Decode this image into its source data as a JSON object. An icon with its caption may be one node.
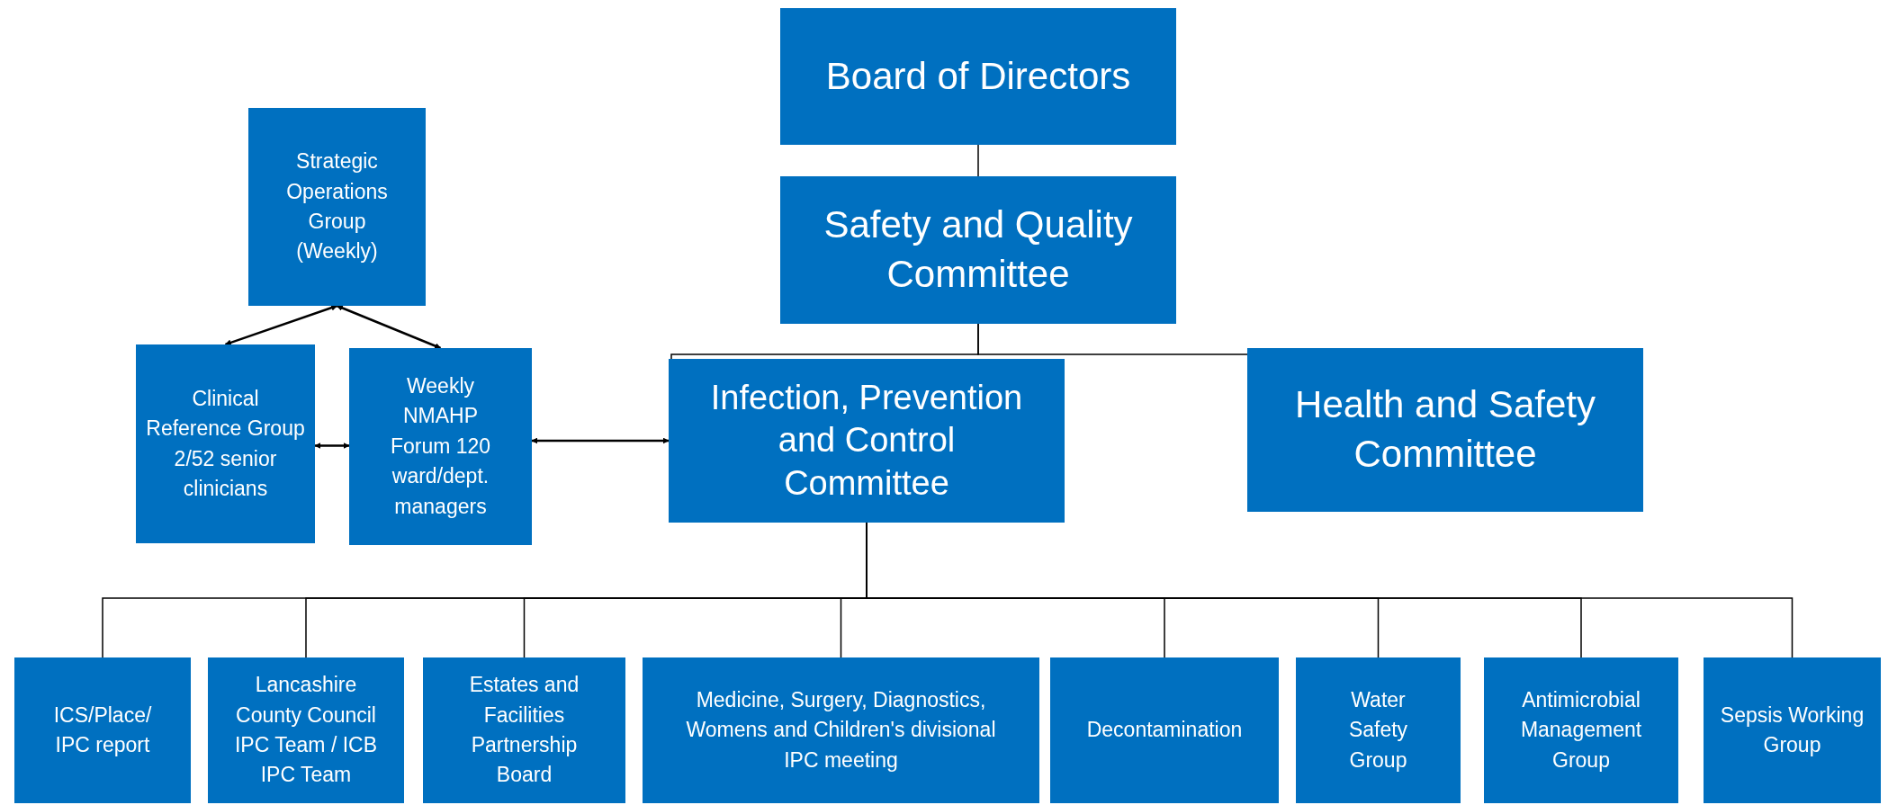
{
  "diagram": {
    "nodes": [
      {
        "text": [
          "Board of Directors"
        ]
      },
      {
        "text": [
          "Safety and Quality Committee"
        ]
      },
      {
        "text": [
          "Strategic Operations Group (Weekly)"
        ]
      },
      {
        "text": [
          "Clinical Reference Group 2/52 senior clinicians"
        ]
      },
      {
        "text": [
          "Weekly NMAHP Forum 120 ward/dept. managers"
        ]
      },
      {
        "text": [
          "Infection, Prevention and Control Committee"
        ]
      },
      {
        "text": [
          "Health and Safety Committee"
        ]
      },
      {
        "text": [
          "ICS/Place/ IPC report"
        ]
      },
      {
        "text": [
          "Lancashire County Council IPC Team / ICB IPC Team"
        ]
      },
      {
        "text": [
          "Estates and Facilities Partnership Board"
        ]
      },
      {
        "text": [
          "Medicine, Surgery, Diagnostics, Womens and Children's divisional IPC meeting"
        ]
      },
      {
        "text": [
          "Decontamination"
        ]
      },
      {
        "text": [
          "Water Safety Group"
        ]
      },
      {
        "text": [
          "Antimicrobial Management Group"
        ]
      },
      {
        "text": [
          "Sepsis Working Group"
        ]
      }
    ],
    "edges": [
      {
        "from": 0,
        "to": 1,
        "arrow": "none"
      },
      {
        "from": 1,
        "to": 5,
        "arrow": "none"
      },
      {
        "from": 1,
        "to": 6,
        "arrow": "none"
      },
      {
        "from": 5,
        "to": 7,
        "arrow": "none"
      },
      {
        "from": 5,
        "to": 8,
        "arrow": "none"
      },
      {
        "from": 5,
        "to": 9,
        "arrow": "none"
      },
      {
        "from": 5,
        "to": 10,
        "arrow": "none"
      },
      {
        "from": 5,
        "to": 11,
        "arrow": "none"
      },
      {
        "from": 5,
        "to": 12,
        "arrow": "none"
      },
      {
        "from": 5,
        "to": 13,
        "arrow": "none"
      },
      {
        "from": 5,
        "to": 14,
        "arrow": "none"
      },
      {
        "from": 2,
        "to": 3,
        "arrow": "both"
      },
      {
        "from": 2,
        "to": 4,
        "arrow": "both"
      },
      {
        "from": 3,
        "to": 4,
        "arrow": "both"
      },
      {
        "from": 4,
        "to": 5,
        "arrow": "both"
      }
    ]
  }
}
